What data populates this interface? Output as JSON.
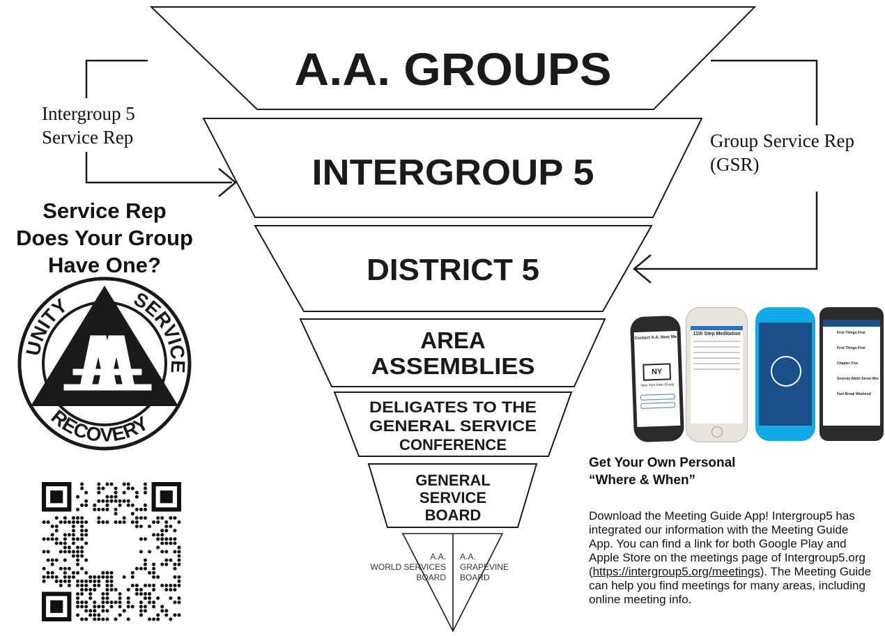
{
  "tiers": [
    {
      "label": "A.A. GROUPS"
    },
    {
      "label": "INTERGROUP 5"
    },
    {
      "label": "DISTRICT 5"
    },
    {
      "lines": [
        "AREA",
        "ASSEMBLIES"
      ]
    },
    {
      "lines": [
        "DELIGATES TO THE",
        "GENERAL SERVICE",
        "CONFERENCE"
      ]
    },
    {
      "lines": [
        "GENERAL",
        "SERVICE",
        "BOARD"
      ]
    }
  ],
  "boards": {
    "left": [
      "A.A.",
      "WORLD SERVICES",
      "BOARD"
    ],
    "right": [
      "A.A.",
      "GRAPEVINE",
      "BOARD"
    ]
  },
  "connectors": {
    "intergroup_rep": [
      "Intergroup 5",
      "Service Rep"
    ],
    "gsr": [
      "Group Service Rep",
      "(GSR)"
    ]
  },
  "service_heading": [
    "Service Rep",
    "Does Your Group",
    "Have One?"
  ],
  "logo": {
    "words": [
      "UNITY",
      "SERVICE",
      "RECOVERY"
    ],
    "center": "AA"
  },
  "phones": {
    "phone1": {
      "title": "Contact A.A. Near Me",
      "brand": "New York Inter-Group"
    },
    "phone2": {
      "title": "11th Step Meditation"
    },
    "phone4": {
      "rows": [
        "First Things First",
        "First Things First",
        "Chapter Five",
        "Seventy-Ninth Street Workshop",
        "Fast Break Weekend"
      ]
    }
  },
  "info": {
    "heading": [
      "Get Your Own Personal",
      "“Where & When”"
    ],
    "body": {
      "l1": "Download the Meeting Guide App!  Intergroup5 has",
      "l2": "integrated our information with the Meeting Guide",
      "l3": "App.  You can find a link for both Google Play and",
      "l4": "Apple Store on the meetings page of Intergroup5.org",
      "l5_pre": "(",
      "l5_url": "https://intergroup5.org/meetings",
      "l5_post": ").  The Meeting Guide",
      "l6": "can help you find meetings for many areas, including",
      "l7": "online meeting info."
    }
  },
  "colors": {
    "ink": "#1a1a1a",
    "app_blue": "#1b4f8a",
    "app_cyan": "#11a9e8"
  }
}
